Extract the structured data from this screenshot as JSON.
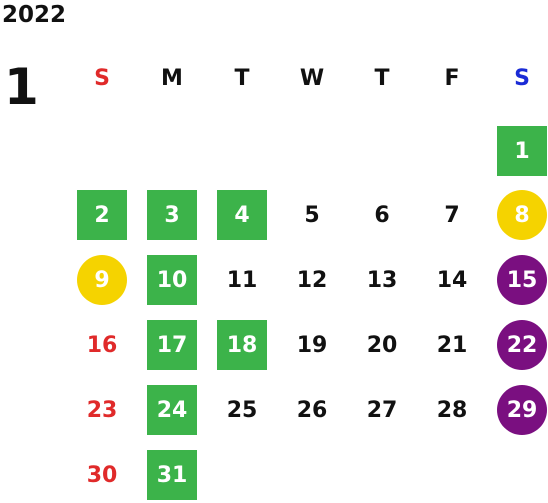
{
  "year": "2022",
  "month": "1",
  "weekdays": [
    {
      "label": "S",
      "color": "#e02a2a"
    },
    {
      "label": "M",
      "color": "#111111"
    },
    {
      "label": "T",
      "color": "#111111"
    },
    {
      "label": "W",
      "color": "#111111"
    },
    {
      "label": "T",
      "color": "#111111"
    },
    {
      "label": "F",
      "color": "#111111"
    },
    {
      "label": "S",
      "color": "#1a2bd6"
    }
  ],
  "colors": {
    "green_highlight": "#3cb34a",
    "yellow_circle": "#f5d300",
    "purple_circle": "#7a0f80",
    "sunday_text": "#e02a2a",
    "saturday_header": "#1a2bd6"
  },
  "weeks": [
    [
      null,
      null,
      null,
      null,
      null,
      null,
      {
        "day": "1",
        "style": "green"
      }
    ],
    [
      {
        "day": "2",
        "style": "green"
      },
      {
        "day": "3",
        "style": "green"
      },
      {
        "day": "4",
        "style": "green"
      },
      {
        "day": "5",
        "style": "normal"
      },
      {
        "day": "6",
        "style": "normal"
      },
      {
        "day": "7",
        "style": "normal"
      },
      {
        "day": "8",
        "style": "yellow"
      }
    ],
    [
      {
        "day": "9",
        "style": "yellow"
      },
      {
        "day": "10",
        "style": "green"
      },
      {
        "day": "11",
        "style": "normal"
      },
      {
        "day": "12",
        "style": "normal"
      },
      {
        "day": "13",
        "style": "normal"
      },
      {
        "day": "14",
        "style": "normal"
      },
      {
        "day": "15",
        "style": "purple"
      }
    ],
    [
      {
        "day": "16",
        "style": "sun"
      },
      {
        "day": "17",
        "style": "green"
      },
      {
        "day": "18",
        "style": "green"
      },
      {
        "day": "19",
        "style": "normal"
      },
      {
        "day": "20",
        "style": "normal"
      },
      {
        "day": "21",
        "style": "normal"
      },
      {
        "day": "22",
        "style": "purple"
      }
    ],
    [
      {
        "day": "23",
        "style": "sun"
      },
      {
        "day": "24",
        "style": "green"
      },
      {
        "day": "25",
        "style": "normal"
      },
      {
        "day": "26",
        "style": "normal"
      },
      {
        "day": "27",
        "style": "normal"
      },
      {
        "day": "28",
        "style": "normal"
      },
      {
        "day": "29",
        "style": "purple"
      }
    ],
    [
      {
        "day": "30",
        "style": "sun"
      },
      {
        "day": "31",
        "style": "green"
      },
      null,
      null,
      null,
      null,
      null
    ]
  ]
}
